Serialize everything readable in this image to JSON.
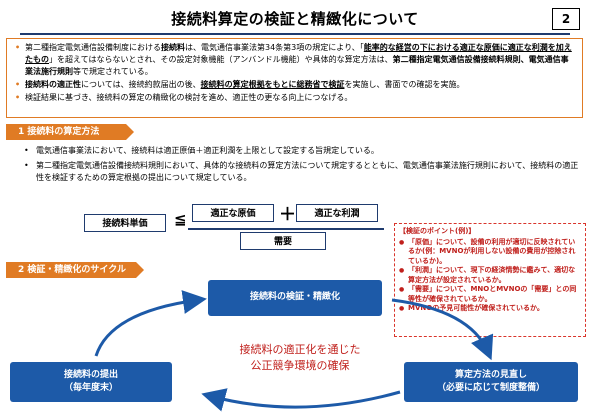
{
  "header": {
    "title": "接続料算定の検証と精緻化について",
    "page_number": "2"
  },
  "summary": {
    "item1": {
      "t1": "第二種指定電気通信設備制度における",
      "t2": "接続料",
      "t3": "は、電気通信事業法第34条第3項の規定により、「",
      "t4": "能率的な経営の下における適正な原価に適正な利潤を加えたもの",
      "t5": "」を超えてはならないとされ、その設定対象機能（アンバンドル機能）や具体的な算定方法は、",
      "t6": "第二種指定電気通信設備接続料規則、電気通信事業法施行規則",
      "t7": "等で規定されている。"
    },
    "item2": {
      "t1": "接続料の適正性",
      "t2": "については、接続約款届出の後、",
      "t3": "接続料の算定根拠をもとに総務省で検証",
      "t4": "を実施し、書面での確認を実施。"
    },
    "item3": "検証結果に基づき、接続料の算定の精緻化の検討を進め、適正性の更なる向上につなげる。"
  },
  "section1": {
    "header": "1 接続料の算定方法",
    "bullets": [
      "電気通信事業法において、接続料は適正原価＋適正利潤を上限として設定する旨規定している。",
      "第二種指定電気通信設備接続料規則において、具体的な接続料の算定方法について規定するとともに、電気通信事業法施行規則において、接続料の適正性を検証するための算定根拠の提出について規定している。"
    ]
  },
  "formula": {
    "unit_price": "接続料単価",
    "leq": "≦",
    "proper_cost": "適正な原価",
    "plus": "＋",
    "proper_profit": "適正な利潤",
    "demand": "需要"
  },
  "points": {
    "heading": "【検証のポイント(例)】",
    "items": [
      "「原価」について、設備の利用が適切に反映されているか(例：MVNOが利用しない設備の費用が控除されているか)。",
      "「利潤」について、現下の経済情勢に鑑みて、適切な算定方法が設定されているか。",
      "「需要」について、MNOとMVNOの「需要」との同等性が確保されているか。",
      "MVNOの予見可能性が確保されているか。"
    ]
  },
  "section2": {
    "header": "2 検証・精緻化のサイクル"
  },
  "cycle": {
    "verify": "接続料の検証・精緻化",
    "submit_line1": "接続料の提出",
    "submit_line2": "（毎年度末）",
    "review_line1": "算定方法の見直し",
    "review_line2": "（必要に応じて制度整備）",
    "center_line1": "接続料の適正化を通じた",
    "center_line2": "公正競争環境の確保"
  },
  "colors": {
    "accent_orange": "#e07b24",
    "navy": "#1f3b6e",
    "cycle_blue": "#1d5aa8",
    "red": "#c0201c"
  }
}
